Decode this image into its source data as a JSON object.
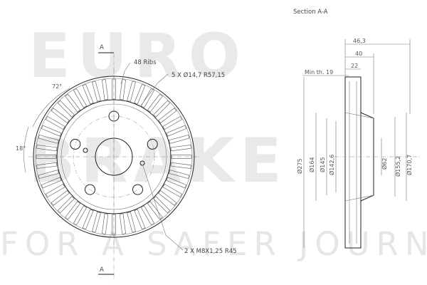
{
  "watermark": {
    "line1": "EURO",
    "line2": "BRAKE",
    "tagline": "FOR A SAFER JOURNEY"
  },
  "front_view": {
    "section_marker_top": "A",
    "section_marker_bottom": "A",
    "ribs_label": "48 Ribs",
    "bolt_holes_label": "5 X Ø14,7 R57,15",
    "thread_label": "2 X M8X1,25 R45",
    "angle_72": "72°",
    "angle_18": "18°"
  },
  "section_view": {
    "title": "Section A-A",
    "width_overall": "46,3",
    "width_40": "40",
    "width_22": "22",
    "min_thickness": "Min th. 19",
    "diameters": [
      "Ø275",
      "Ø164",
      "Ø145",
      "Ø142,6",
      "Ø62",
      "Ø155,2",
      "Ø170,7"
    ]
  },
  "disc": {
    "rib_count": 48,
    "bolt_hole_count": 5
  }
}
